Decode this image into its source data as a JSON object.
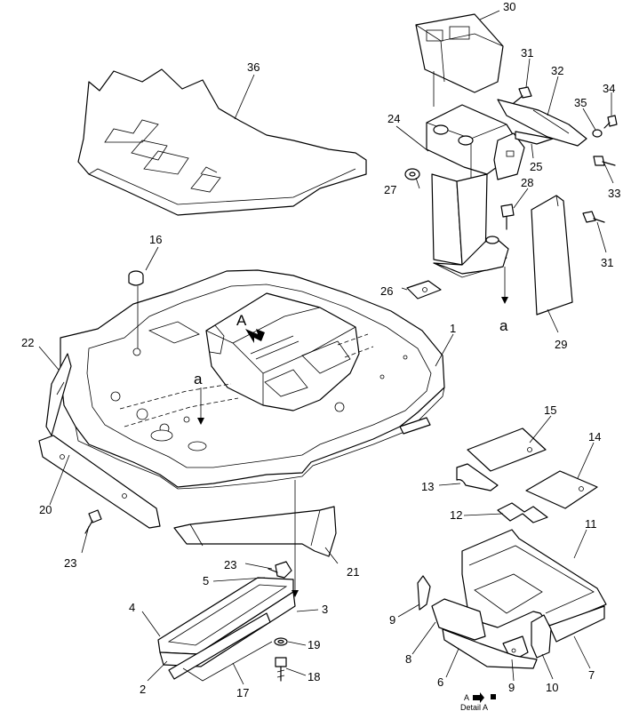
{
  "callouts": [
    {
      "id": "c1",
      "text": "1"
    },
    {
      "id": "c2",
      "text": "2"
    },
    {
      "id": "c3",
      "text": "3"
    },
    {
      "id": "c4",
      "text": "4"
    },
    {
      "id": "c5",
      "text": "5"
    },
    {
      "id": "c6",
      "text": "6"
    },
    {
      "id": "c7",
      "text": "7"
    },
    {
      "id": "c8",
      "text": "8"
    },
    {
      "id": "c9a",
      "text": "9"
    },
    {
      "id": "c9b",
      "text": "9"
    },
    {
      "id": "c10",
      "text": "10"
    },
    {
      "id": "c11",
      "text": "11"
    },
    {
      "id": "c12",
      "text": "12"
    },
    {
      "id": "c13",
      "text": "13"
    },
    {
      "id": "c14",
      "text": "14"
    },
    {
      "id": "c15",
      "text": "15"
    },
    {
      "id": "c16",
      "text": "16"
    },
    {
      "id": "c17",
      "text": "17"
    },
    {
      "id": "c18",
      "text": "18"
    },
    {
      "id": "c19",
      "text": "19"
    },
    {
      "id": "c20",
      "text": "20"
    },
    {
      "id": "c21",
      "text": "21"
    },
    {
      "id": "c22",
      "text": "22"
    },
    {
      "id": "c23a",
      "text": "23"
    },
    {
      "id": "c23b",
      "text": "23"
    },
    {
      "id": "c24",
      "text": "24"
    },
    {
      "id": "c25",
      "text": "25"
    },
    {
      "id": "c26",
      "text": "26"
    },
    {
      "id": "c27",
      "text": "27"
    },
    {
      "id": "c28",
      "text": "28"
    },
    {
      "id": "c29",
      "text": "29"
    },
    {
      "id": "c30",
      "text": "30"
    },
    {
      "id": "c31a",
      "text": "31"
    },
    {
      "id": "c31b",
      "text": "31"
    },
    {
      "id": "c32",
      "text": "32"
    },
    {
      "id": "c33",
      "text": "33"
    },
    {
      "id": "c34",
      "text": "34"
    },
    {
      "id": "c35",
      "text": "35"
    },
    {
      "id": "c36",
      "text": "36"
    }
  ],
  "markers": {
    "view_a_arrow": "A",
    "connection_a_top": "a",
    "connection_a_right": "a"
  },
  "detail": {
    "line1": "A",
    "line2": "Detail A"
  }
}
